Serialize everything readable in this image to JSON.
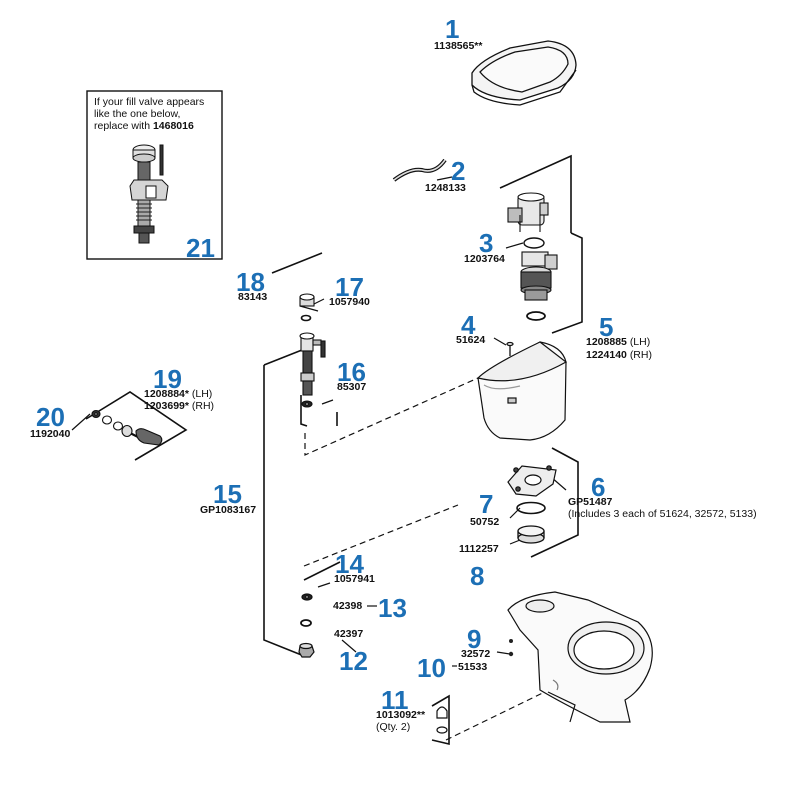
{
  "callouts": [
    {
      "num": "1",
      "part": "1138565**"
    },
    {
      "num": "2",
      "part": "1248133"
    },
    {
      "num": "3",
      "part": "1203764"
    },
    {
      "num": "4",
      "part": "51624"
    },
    {
      "num": "5",
      "part_lh": "1208885",
      "part_rh": "1224140",
      "lh": "(LH)",
      "rh": "(RH)"
    },
    {
      "num": "6",
      "part": "GP51487",
      "note": "(Includes 3 each of 51624, 32572, 5133)"
    },
    {
      "num": "7",
      "part": "50752"
    },
    {
      "num": "8",
      "part": "1112257"
    },
    {
      "num": "9",
      "part": "32572"
    },
    {
      "num": "10",
      "part": "51533"
    },
    {
      "num": "11",
      "part": "1013092**",
      "qty": "(Qty. 2)"
    },
    {
      "num": "12",
      "part": "42397"
    },
    {
      "num": "13",
      "part": "42398"
    },
    {
      "num": "14",
      "part": "1057941"
    },
    {
      "num": "15",
      "part": "GP1083167"
    },
    {
      "num": "16",
      "part": "85307"
    },
    {
      "num": "17",
      "part": "1057940"
    },
    {
      "num": "18",
      "part": "83143"
    },
    {
      "num": "19",
      "part_lh": "1208884*",
      "part_rh": "1203699*",
      "lh": "(LH)",
      "rh": "(RH)"
    },
    {
      "num": "20",
      "part": "1192040"
    },
    {
      "num": "21"
    }
  ],
  "inset": {
    "line1": "If your fill valve appears",
    "line2": "like the one below,",
    "line3_prefix": "replace with ",
    "line3_part": "1468016"
  },
  "colors": {
    "callout": "#1c6fb5",
    "line": "#111111",
    "part_fill": "#f2f2f2"
  }
}
